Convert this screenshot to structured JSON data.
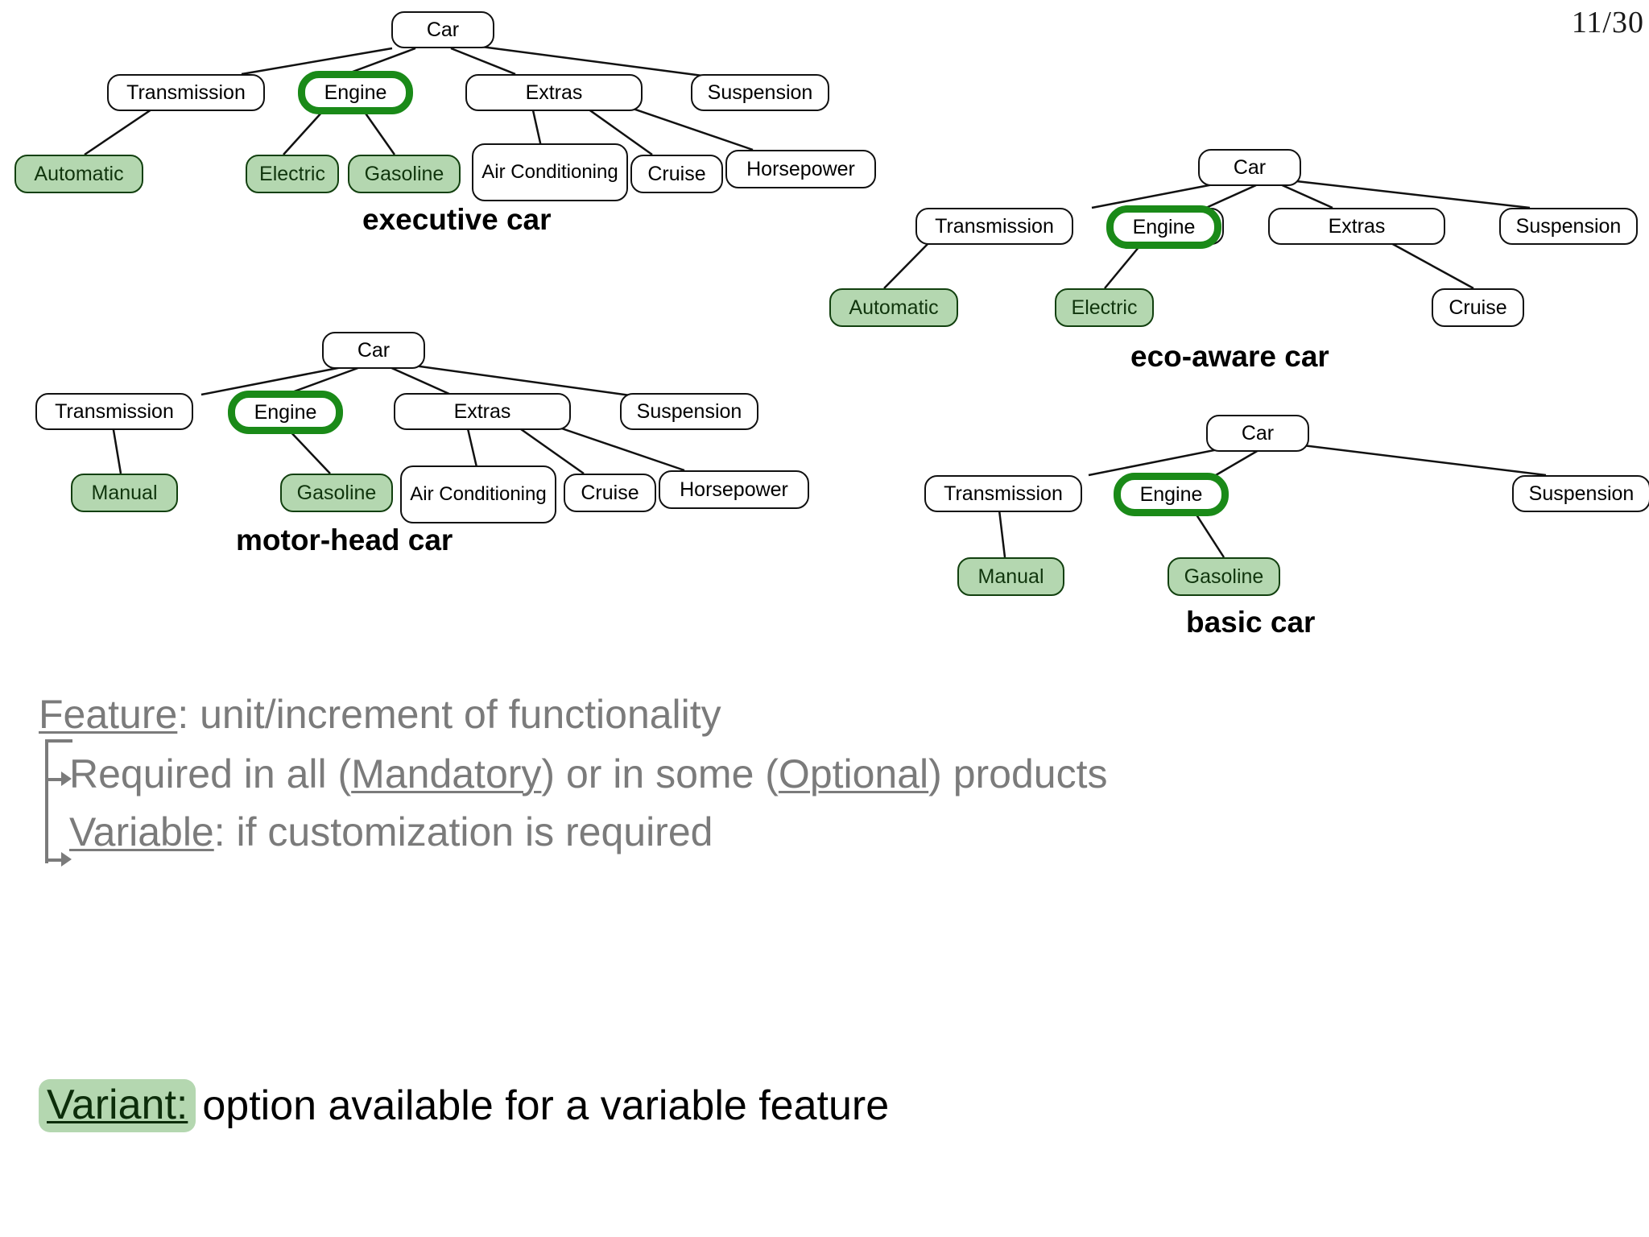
{
  "slide": {
    "page_number": "11/30"
  },
  "diagrams": [
    {
      "id": "executive-car",
      "label": "executive car",
      "nodes": [
        {
          "key": "car",
          "text": "Car",
          "style": "plain"
        },
        {
          "key": "transmission",
          "text": "Transmission",
          "style": "plain"
        },
        {
          "key": "engine",
          "text": "Engine",
          "style": "selected"
        },
        {
          "key": "extras",
          "text": "Extras",
          "style": "plain"
        },
        {
          "key": "suspension",
          "text": "Suspension",
          "style": "plain"
        },
        {
          "key": "automatic",
          "text": "Automatic",
          "style": "variant"
        },
        {
          "key": "electric",
          "text": "Electric",
          "style": "variant"
        },
        {
          "key": "gasoline",
          "text": "Gasoline",
          "style": "variant"
        },
        {
          "key": "airconditioning",
          "text": "Air Conditioning",
          "style": "plain"
        },
        {
          "key": "cruise",
          "text": "Cruise",
          "style": "plain"
        },
        {
          "key": "horsepower",
          "text": "Horsepower",
          "style": "plain"
        }
      ]
    },
    {
      "id": "eco-aware-car",
      "label": "eco-aware car",
      "nodes": [
        {
          "key": "car",
          "text": "Car",
          "style": "plain"
        },
        {
          "key": "transmission",
          "text": "Transmission",
          "style": "plain"
        },
        {
          "key": "engine",
          "text": "Engine",
          "style": "selected"
        },
        {
          "key": "extras",
          "text": "Extras",
          "style": "plain"
        },
        {
          "key": "suspension",
          "text": "Suspension",
          "style": "plain"
        },
        {
          "key": "automatic",
          "text": "Automatic",
          "style": "variant"
        },
        {
          "key": "electric",
          "text": "Electric",
          "style": "variant"
        },
        {
          "key": "cruise",
          "text": "Cruise",
          "style": "plain"
        }
      ]
    },
    {
      "id": "motor-head-car",
      "label": "motor-head car",
      "nodes": [
        {
          "key": "car",
          "text": "Car",
          "style": "plain"
        },
        {
          "key": "transmission",
          "text": "Transmission",
          "style": "plain"
        },
        {
          "key": "engine",
          "text": "Engine",
          "style": "selected"
        },
        {
          "key": "extras",
          "text": "Extras",
          "style": "plain"
        },
        {
          "key": "suspension",
          "text": "Suspension",
          "style": "plain"
        },
        {
          "key": "manual",
          "text": "Manual",
          "style": "variant"
        },
        {
          "key": "gasoline",
          "text": "Gasoline",
          "style": "variant"
        },
        {
          "key": "airconditioning",
          "text": "Air Conditioning",
          "style": "plain"
        },
        {
          "key": "cruise",
          "text": "Cruise",
          "style": "plain"
        },
        {
          "key": "horsepower",
          "text": "Horsepower",
          "style": "plain"
        }
      ]
    },
    {
      "id": "basic-car",
      "label": "basic car",
      "nodes": [
        {
          "key": "car",
          "text": "Car",
          "style": "plain"
        },
        {
          "key": "transmission",
          "text": "Transmission",
          "style": "plain"
        },
        {
          "key": "engine",
          "text": "Engine",
          "style": "selected"
        },
        {
          "key": "suspension",
          "text": "Suspension",
          "style": "plain"
        },
        {
          "key": "manual",
          "text": "Manual",
          "style": "variant"
        },
        {
          "key": "gasoline",
          "text": "Gasoline",
          "style": "variant"
        }
      ]
    }
  ],
  "definitions": {
    "feature_term": "Feature",
    "feature_rest": ": unit/increment of functionality",
    "mandatory_pre": "Required in all (",
    "mandatory_term": "Mandatory",
    "mandatory_mid": ")  or in some (",
    "optional_term": "Optional",
    "optional_post": ") products",
    "variable_term": "Variable",
    "variable_rest": ": if customization is required",
    "variant_term": "Variant:",
    "variant_rest": "option available for a variable feature"
  },
  "colors": {
    "variant_fill": "#b4d7b0",
    "selected_outline": "#1a8a18",
    "node_outline": "#111111",
    "body_text": "#7b7b7b"
  }
}
